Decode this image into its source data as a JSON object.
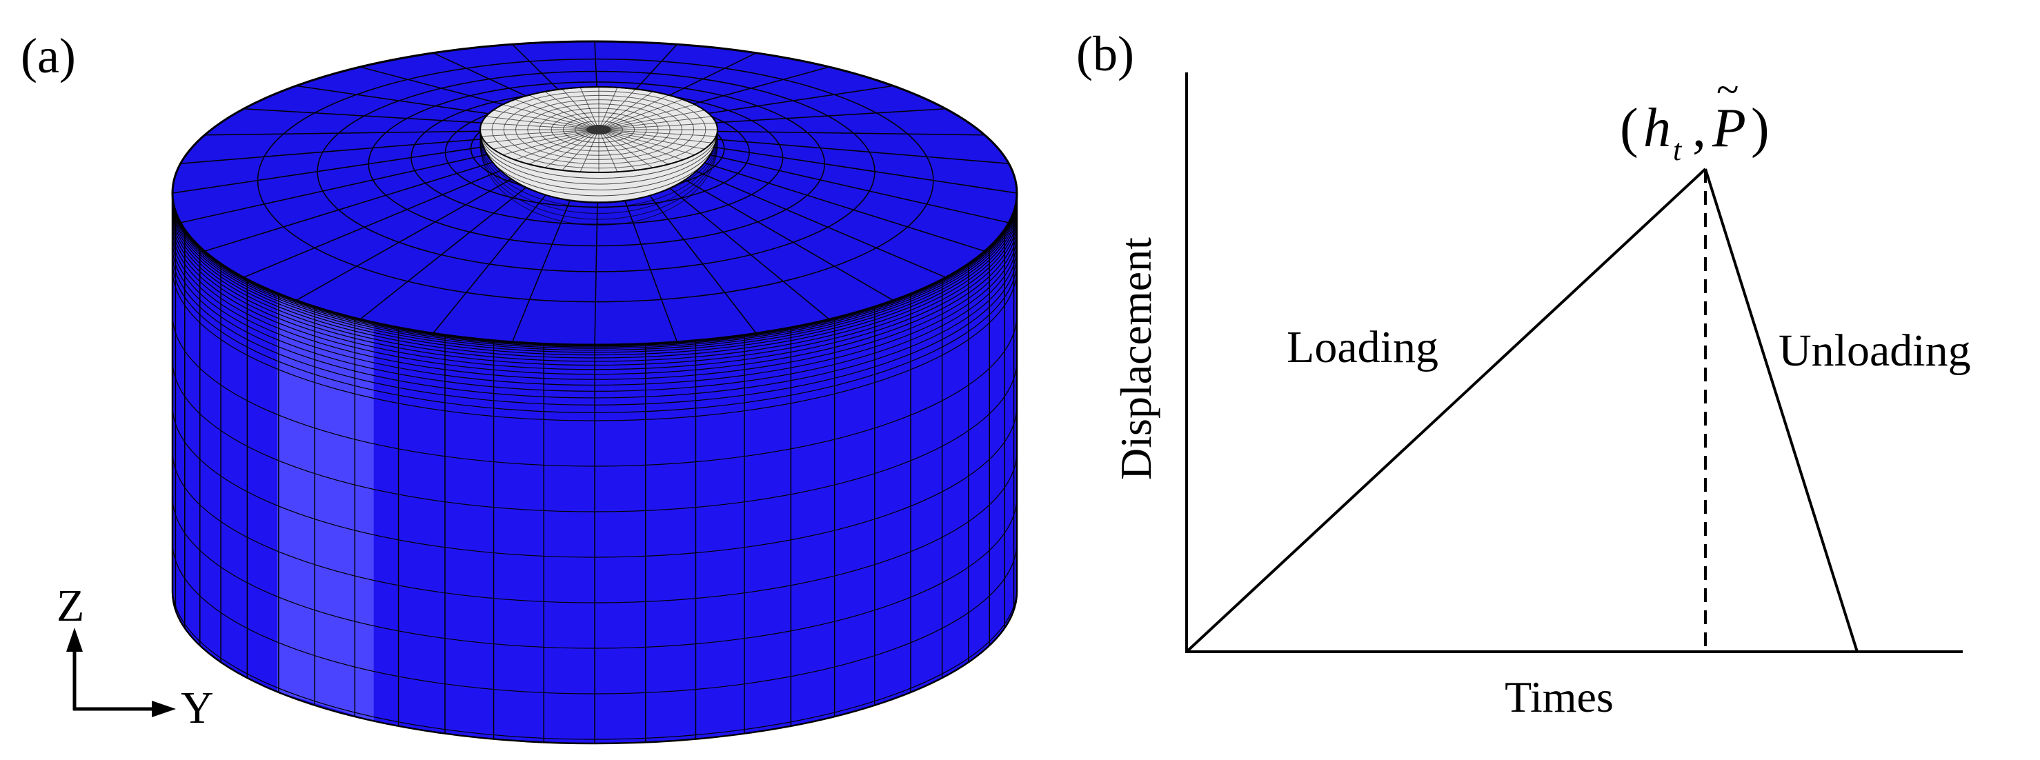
{
  "panel_a": {
    "label": "(a)",
    "axis_z": "Z",
    "axis_y": "Y",
    "colors": {
      "cylinder": "#1f14f0",
      "top_face": "#1a12e6",
      "highlight": "#4a44ff",
      "indenter": "#e8e8e8",
      "mesh_line": "#000000"
    }
  },
  "panel_b": {
    "label": "(b)",
    "ylabel": "Displacement",
    "xlabel": "Times",
    "loading_label": "Loading",
    "unloading_label": "Unloading",
    "peak_open": "(",
    "peak_h": "h",
    "peak_sub": "t",
    "peak_comma": ",",
    "peak_p": "P",
    "peak_tilde": "~",
    "peak_close": ")"
  }
}
